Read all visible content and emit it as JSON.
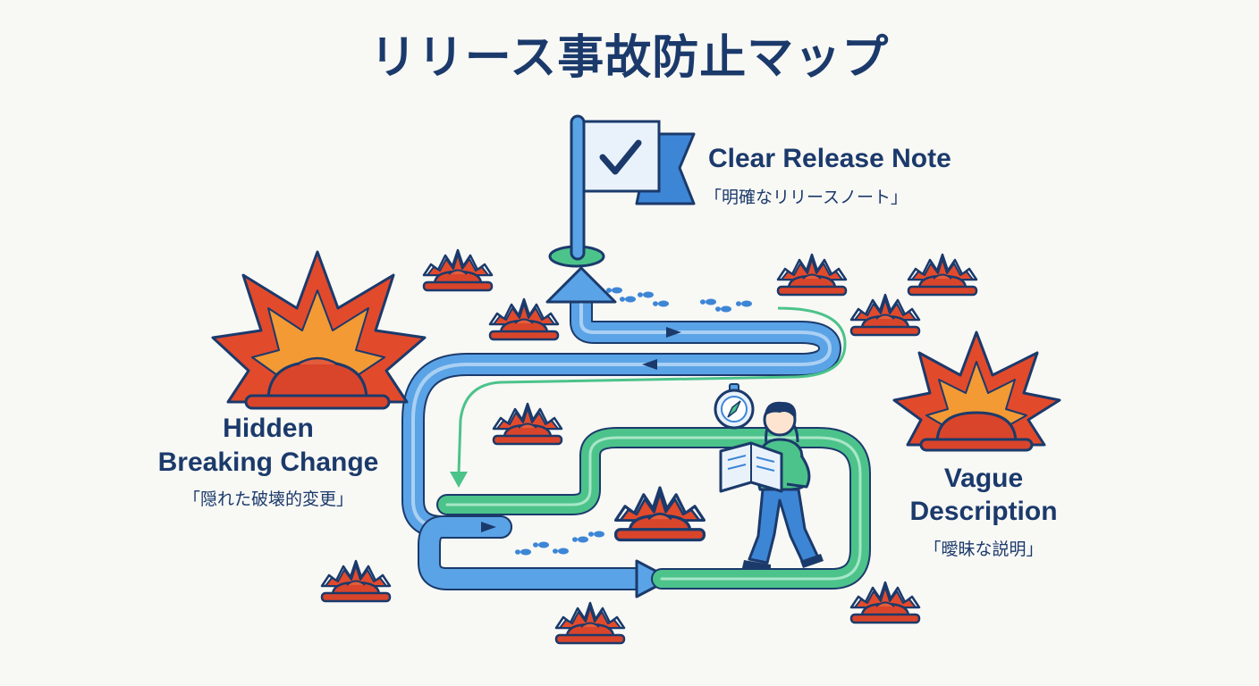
{
  "title": "リリース事故防止マップ",
  "goal": {
    "label": "Clear Release Note",
    "sublabel": "「明確なリリースノート」"
  },
  "hazards": {
    "hidden_breaking_change": {
      "line1": "Hidden",
      "line2": "Breaking Change",
      "sublabel": "「隠れた破壊的変更」"
    },
    "vague_description": {
      "line1": "Vague",
      "line2": "Description",
      "sublabel": "「曖昧な説明」"
    }
  },
  "colors": {
    "title": "#1b3a6b",
    "blue_path": "#3d86d6",
    "green_path": "#4cc38a",
    "mine_red": "#d9452b",
    "burst_orange": "#f08a2e"
  },
  "icons": [
    "checkmark-flag-icon",
    "compass-icon",
    "landmine-icon",
    "explosion-icon",
    "footprint-icon",
    "map-reading-person-icon"
  ]
}
